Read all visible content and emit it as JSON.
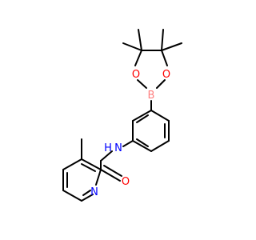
{
  "molecule": {
    "atoms": {
      "boron": {
        "symbol": "B",
        "color": "#ff8080"
      },
      "oxygen_ring_left": {
        "symbol": "O",
        "color": "#ff0000"
      },
      "oxygen_ring_right": {
        "symbol": "O",
        "color": "#ff0000"
      },
      "amide_nitrogen": {
        "symbol": "N",
        "color": "#0000ff"
      },
      "amide_hydrogen": {
        "symbol": "H",
        "color": "#0000ff"
      },
      "carbonyl_oxygen": {
        "symbol": "O",
        "color": "#ff0000"
      },
      "pyridine_nitrogen": {
        "symbol": "N",
        "color": "#0000ff"
      }
    },
    "bond_color": "#000000",
    "background": "#ffffff"
  }
}
